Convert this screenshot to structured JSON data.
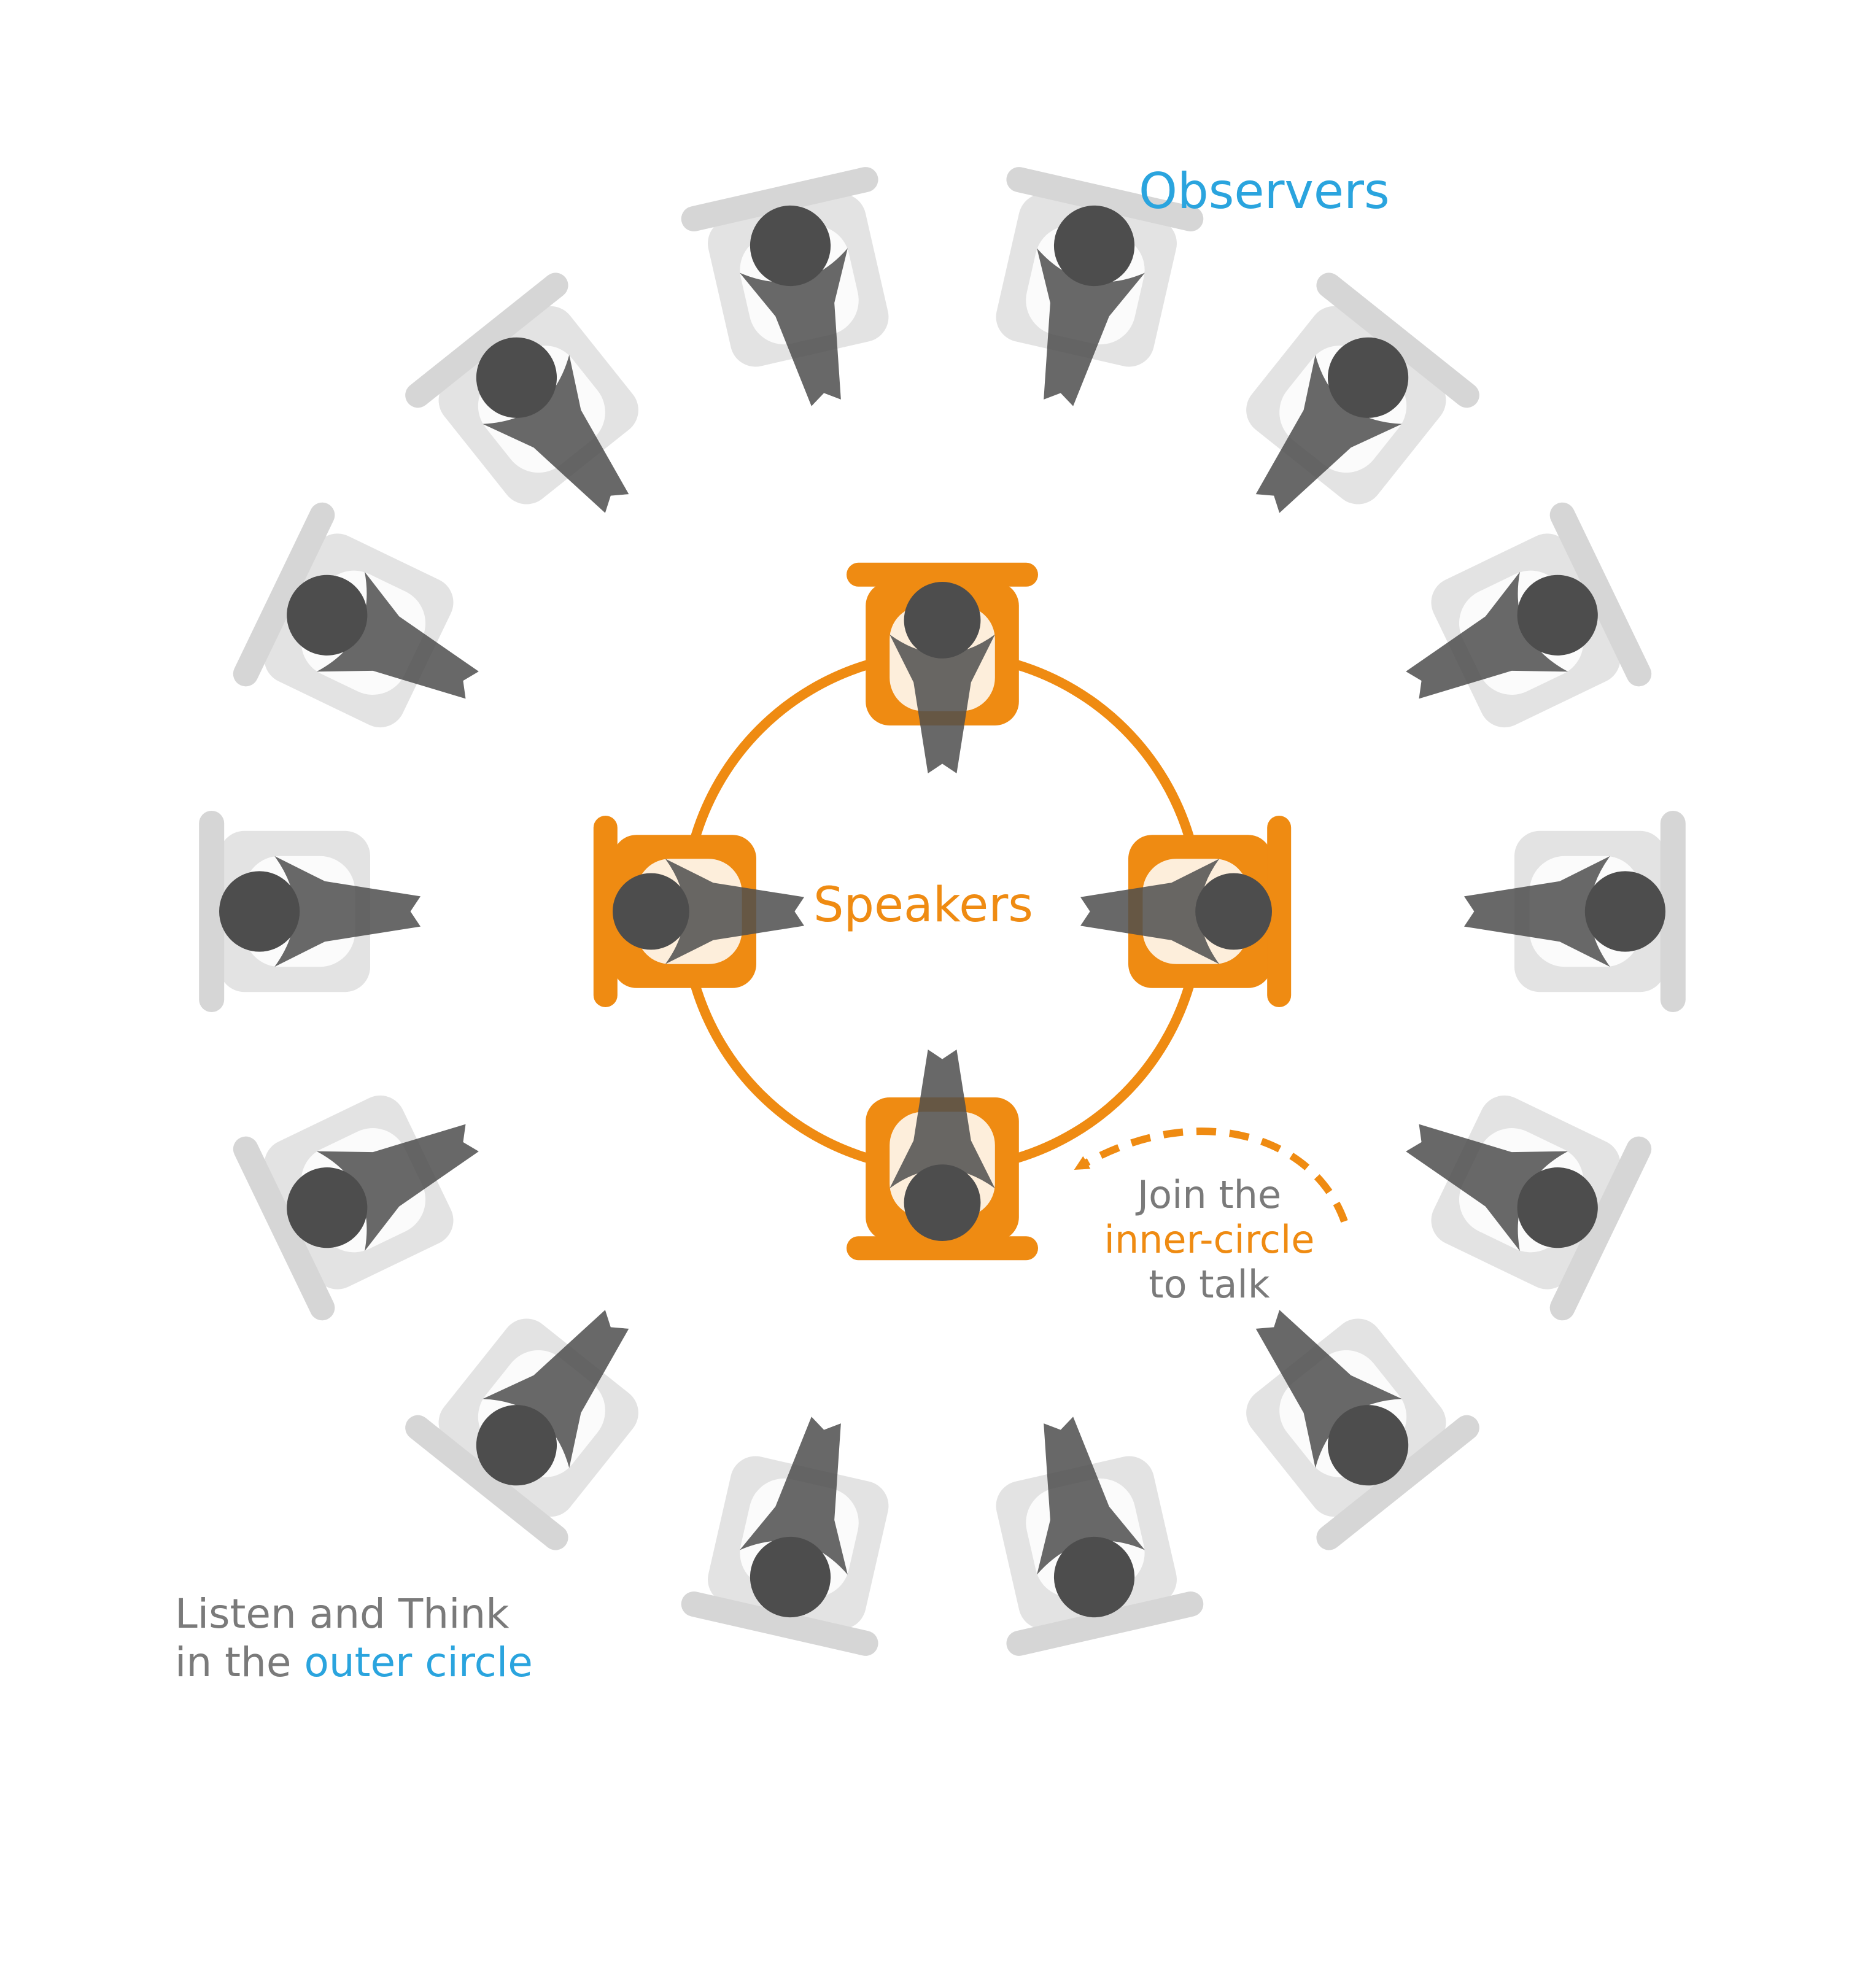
{
  "labels": {
    "observers": "Observers",
    "speakers": "Speakers",
    "join_line1": "Join the",
    "join_line2": "inner-circle",
    "join_line3": "to talk",
    "listen_line1": "Listen and Think",
    "listen_line2_prefix": "in the",
    "listen_line2_highlight": "outer circle"
  },
  "colors": {
    "outer_ring": "#2aa4de",
    "inner_ring": "#ef8b12",
    "person": "#4d4d4d",
    "chair_outer": "#e3e3e3",
    "chair_inner": "#ef8b12",
    "text_gray": "#7a7a7a"
  },
  "icons": {
    "person": "person-top-view-icon",
    "chair": "chair-top-view-icon",
    "arrow": "dashed-curved-arrow-icon"
  },
  "groups": {
    "inner_count": 4,
    "outer_count": 14
  }
}
